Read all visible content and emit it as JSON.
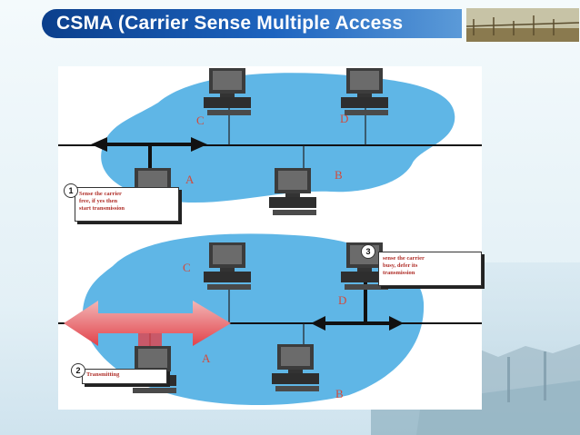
{
  "slide": {
    "title": "CSMA (Carrier Sense Multiple Access"
  },
  "diagram": {
    "top": {
      "nodes": {
        "a": "A",
        "b": "B",
        "c": "C",
        "d": "D"
      },
      "step_number": "1",
      "note_lines": [
        "Sense the carrier",
        "free, if yes then",
        "start transmission"
      ]
    },
    "bottom": {
      "nodes": {
        "a": "A",
        "b": "B",
        "c": "C",
        "d": "D"
      },
      "step2_number": "2",
      "step2_note": "Transmitting",
      "step3_number": "3",
      "step3_note_lines": [
        "sense the carrier",
        "busy, defer its",
        "transmission"
      ]
    }
  },
  "colors": {
    "title_bar": "#1d64bf",
    "network_blob": "#5fb6e6",
    "transmit_arrow": "#e6424a",
    "label_red": "#d24a3b"
  }
}
